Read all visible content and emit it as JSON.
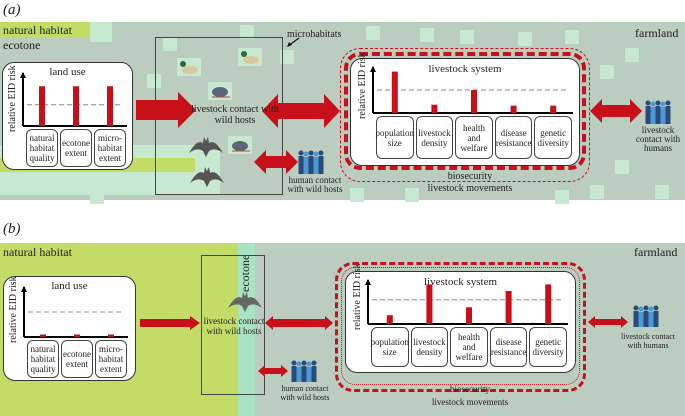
{
  "panels": [
    {
      "label": "(a)",
      "natural_habitat": "natural habitat",
      "ecotone": "ecotone",
      "farmland": "farmland",
      "microhabitats": "microhabitats",
      "land_use": {
        "title": "land use",
        "ylabel": "relative EID risk",
        "threshold": 0.4,
        "factors": [
          {
            "label": "natural habitat quality",
            "value": 0.75
          },
          {
            "label": "ecotone extent",
            "value": 0.75
          },
          {
            "label": "micro-habitat extent",
            "value": 0.75
          }
        ]
      },
      "livestock": {
        "title": "livestock system",
        "ylabel": "relative EID risk",
        "threshold": 0.5,
        "factors": [
          {
            "label": "population size",
            "value": 0.9
          },
          {
            "label": "livestock density",
            "value": 0.18
          },
          {
            "label": "health and welfare",
            "value": 0.5
          },
          {
            "label": "disease resistance",
            "value": 0.16
          },
          {
            "label": "genetic diversity",
            "value": 0.16
          }
        ]
      },
      "livestock_wild": "livestock contact with wild hosts",
      "human_wild": "human contact with wild hosts",
      "livestock_human": "livestock contact with humans",
      "biosecurity": "biosecurity",
      "movements": "livestock movements"
    },
    {
      "label": "(b)",
      "natural_habitat": "natural habitat",
      "ecotone": "ecotone",
      "farmland": "farmland",
      "land_use": {
        "title": "land use",
        "ylabel": "relative EID risk",
        "threshold": 0.5,
        "factors": [
          {
            "label": "natural habitat quality",
            "value": 0.05
          },
          {
            "label": "ecotone extent",
            "value": 0.05
          },
          {
            "label": "micro-habitat extent",
            "value": 0.05
          }
        ]
      },
      "livestock": {
        "title": "livestock system",
        "ylabel": "relative EID risk",
        "threshold": 0.55,
        "factors": [
          {
            "label": "population size",
            "value": 0.2
          },
          {
            "label": "livestock density",
            "value": 0.9
          },
          {
            "label": "health and welfare",
            "value": 0.38
          },
          {
            "label": "disease resistance",
            "value": 0.75
          },
          {
            "label": "genetic diversity",
            "value": 0.9
          }
        ]
      },
      "livestock_wild": "livestock contact with wild hosts",
      "human_wild": "human contact with wild hosts",
      "livestock_human": "livestock contact with humans",
      "biosecurity": "biosecurity",
      "movements": "livestock movements"
    }
  ],
  "colors": {
    "risk_bar": "#c8101a",
    "arrow": "#c8101a",
    "farmland": "#bacdbf",
    "natural_habitat": "#c3dc68",
    "ecotone": "#a9e3c4",
    "microhabitat": "#c6e9cf"
  }
}
